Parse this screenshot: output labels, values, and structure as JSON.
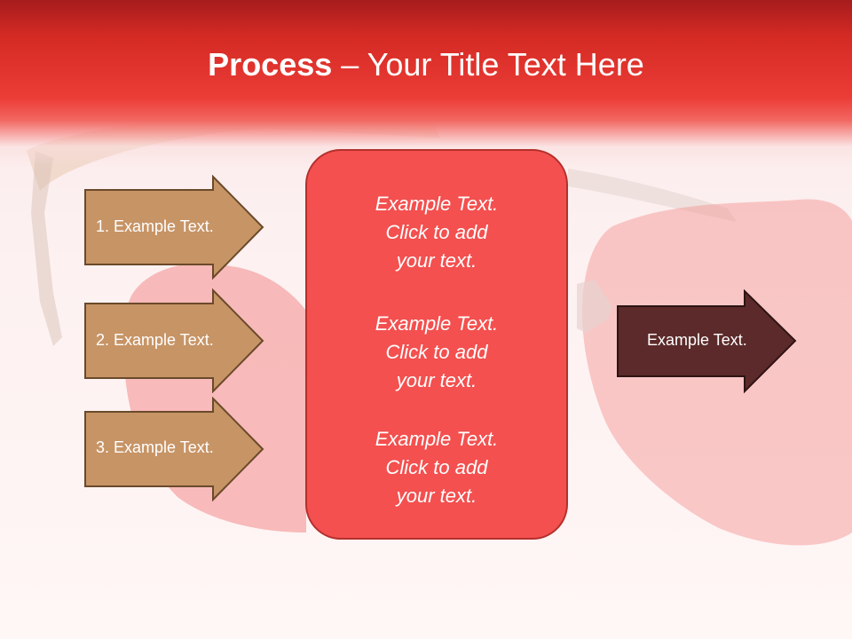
{
  "slide": {
    "title_bold": "Process",
    "title_dash": " – ",
    "title_rest": "Your Title Text Here"
  },
  "left_arrows": [
    {
      "label": "1. Example Text."
    },
    {
      "label": "2. Example Text."
    },
    {
      "label": "3. Example Text."
    }
  ],
  "center_box": {
    "blocks": [
      {
        "line1": "Example Text.",
        "line2": "Click  to add",
        "line3": "your text."
      },
      {
        "line1": "Example Text.",
        "line2": "Click  to add",
        "line3": "your text."
      },
      {
        "line1": "Example Text.",
        "line2": "Click  to add",
        "line3": "your text."
      }
    ]
  },
  "right_arrow": {
    "label": "Example Text."
  },
  "colors": {
    "header_red": "#e0302a",
    "left_arrow_fill": "#c79466",
    "left_arrow_border": "#6a4a2a",
    "center_fill": "#f3504f",
    "right_arrow_fill": "#5c2a2a",
    "background_art": "heart-shaped-sunglasses"
  }
}
